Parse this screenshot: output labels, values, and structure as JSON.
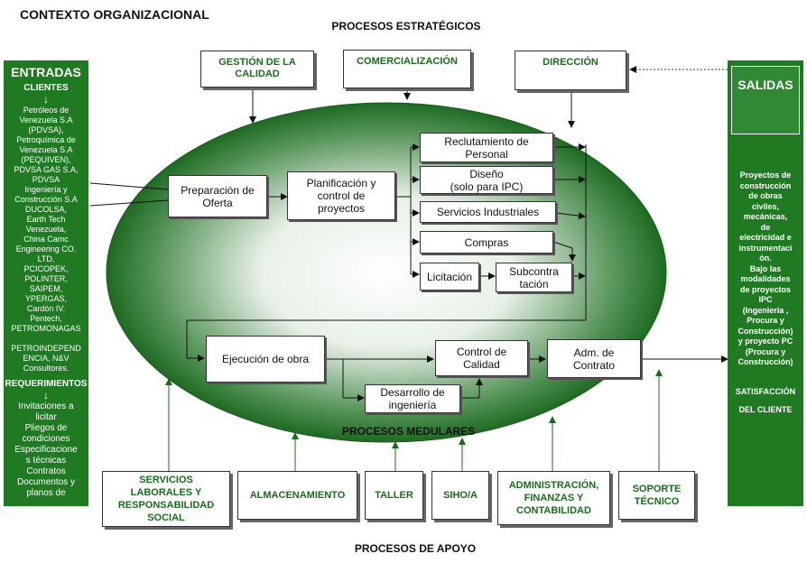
{
  "title": "CONTEXTO ORGANIZACIONAL",
  "sections": {
    "estrategicos": "PROCESOS ESTRATÉGICOS",
    "medulares": "PROCESOS MEDULARES",
    "apoyo": "PROCESOS DE APOYO"
  },
  "entradas": {
    "title": "ENTRADAS",
    "clientes_title": "CLIENTES",
    "clientes": [
      "Petróleos de",
      "Venezuela S.A",
      "(PDVSA),",
      "Petroquímica de",
      "Venezuela S.A",
      "(PEQUIVEN),",
      "PDVSA GAS S.A,",
      "PDVSA",
      "Ingeniería y",
      "Construcción S.A",
      "DUCOLSA,",
      "Earth Tech",
      "Venezuela,",
      "China Camc",
      "Engineering CO.",
      "LTD,",
      "PCICOPEK,",
      "POLINTER,",
      "SAIPEM,",
      "YPERGAS,",
      "Cardón IV.",
      "Pentech,",
      "PETROMONAGAS",
      "",
      "PETROINDEPEND",
      "ENCIA, N&V",
      "Consultores."
    ],
    "requerimientos_title": "REQUERIMIENTOS",
    "requerimientos": [
      "Invitaciones a",
      "licitar",
      "Pliegos de",
      "condiciones",
      "Especificacione",
      "s técnicas",
      "Contratos",
      "Documentos y",
      "planos de"
    ]
  },
  "salidas": {
    "title": "SALIDAS",
    "text": [
      "Proyectos de",
      "construcción",
      "de obras",
      "civiles,",
      "mecánicas,",
      "de",
      "electricidad e",
      "instrumentaci",
      "ón.",
      "Bajo las",
      "modalidades",
      "de proyectos",
      "IPC",
      "(Ingeniería ,",
      "Procura y",
      "Construcción)",
      "y proyecto PC",
      "(Procura y",
      "Construcción)"
    ],
    "satisfaccion": [
      "SATISFACCIÓN",
      "DEL CLIENTE"
    ]
  },
  "estrategicos": {
    "gestion": [
      "GESTIÓN DE LA",
      "CALIDAD"
    ],
    "comercializacion": "COMERCIALIZACIÓN",
    "direccion": "DIRECCIÓN"
  },
  "medulares": {
    "preparacion": [
      "Preparación de",
      "Oferta"
    ],
    "planificacion": [
      "Planificación y",
      "control de",
      "proyectos"
    ],
    "reclutamiento": [
      "Reclutamiento de",
      "Personal"
    ],
    "diseno": [
      "Diseño",
      "(solo para IPC)"
    ],
    "servicios": "Servicios Industriales",
    "compras": "Compras",
    "licitacion": "Licitación",
    "subcontratacion": [
      "Subcontra",
      "tación"
    ],
    "ejecucion": "Ejecución de obra",
    "control": [
      "Control de",
      "Calidad"
    ],
    "desarrollo": [
      "Desarrollo de",
      "ingeniería"
    ],
    "adm": [
      "Adm. de",
      "Contrato"
    ]
  },
  "apoyo": {
    "servicios": [
      "SERVICIOS",
      "LABORALES Y",
      "RESPONSABILIDAD",
      "SOCIAL"
    ],
    "almacenamiento": "ALMACENAMIENTO",
    "taller": "TALLER",
    "siho": "SIHO/A",
    "administracion": [
      "ADMINISTRACIÓN,",
      "FINANZAS Y",
      "CONTABILIDAD"
    ],
    "soporte": [
      "SOPORTE",
      "TÉCNICO"
    ]
  }
}
